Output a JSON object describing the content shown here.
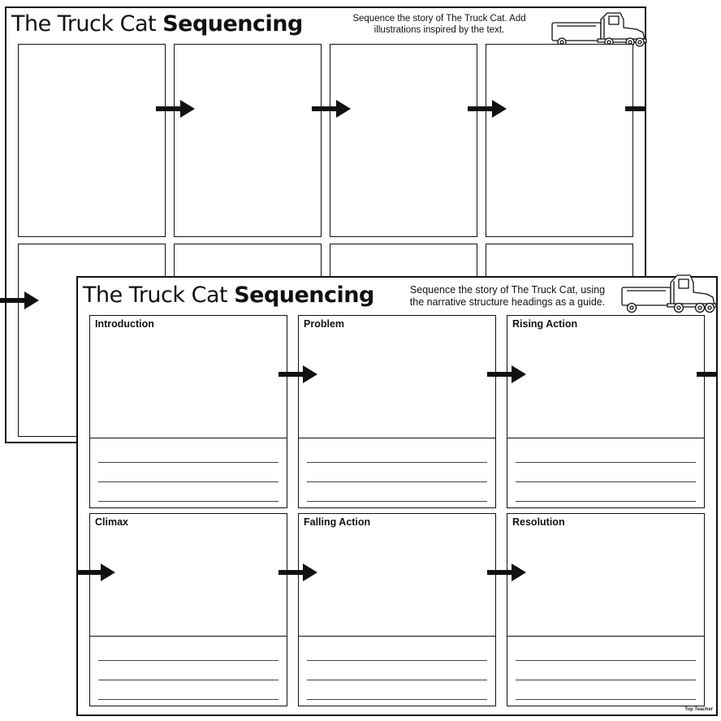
{
  "back_sheet": {
    "title_light": "The Truck Cat",
    "title_bold": "Sequencing",
    "instructions_line1": "Sequence the story of The Truck Cat. Add",
    "instructions_line2": "illustrations inspired by the text.",
    "truck_icon": "truck-icon"
  },
  "front_sheet": {
    "title_light": "The Truck Cat",
    "title_bold": "Sequencing",
    "instructions_line1": "Sequence the story of The Truck Cat, using",
    "instructions_line2": "the narrative structure headings as a guide.",
    "truck_icon": "truck-icon",
    "panels": [
      {
        "label": "Introduction"
      },
      {
        "label": "Problem"
      },
      {
        "label": "Rising Action"
      },
      {
        "label": "Climax"
      },
      {
        "label": "Falling Action"
      },
      {
        "label": "Resolution"
      }
    ],
    "footer_brand": "Top Teacher"
  },
  "colors": {
    "ink": "#111111",
    "paper": "#ffffff"
  }
}
